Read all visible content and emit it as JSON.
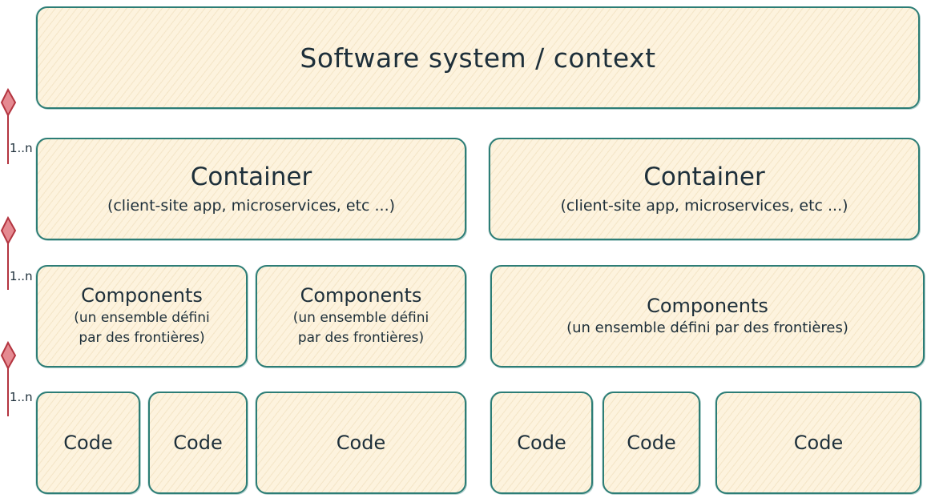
{
  "system": {
    "label": "Software system / context"
  },
  "containers": [
    {
      "title": "Container",
      "subtitle": "(client-site app, microservices, etc ...)"
    },
    {
      "title": "Container",
      "subtitle": "(client-site app, microservices, etc ...)"
    }
  ],
  "components": [
    {
      "title": "Components",
      "subtitle_line1": "(un ensemble défini",
      "subtitle_line2": "par des frontières)"
    },
    {
      "title": "Components",
      "subtitle_line1": "(un ensemble défini",
      "subtitle_line2": "par des frontières)"
    },
    {
      "title": "Components",
      "subtitle": "(un ensemble défini par des frontières)"
    }
  ],
  "codes": [
    "Code",
    "Code",
    "Code",
    "Code",
    "Code",
    "Code"
  ],
  "multiplicities": [
    "1..n",
    "1..n",
    "1..n"
  ],
  "colors": {
    "border": "#2c7d76",
    "fill": "#fdf3de",
    "text": "#1d2f3a",
    "relation": "#b3343f"
  }
}
